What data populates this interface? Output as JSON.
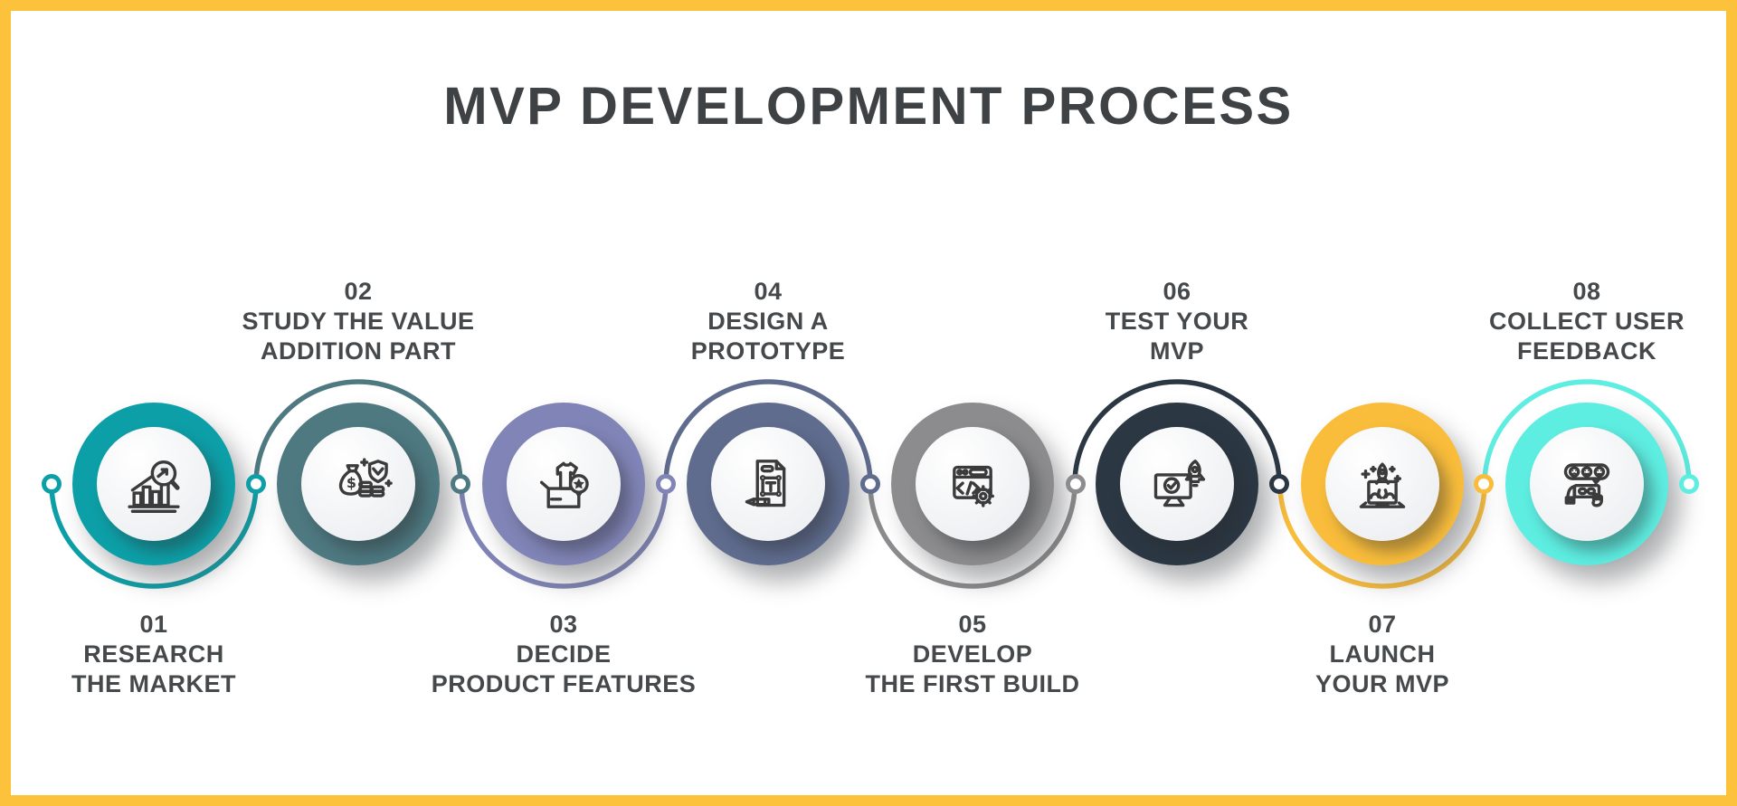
{
  "title": "MVP DEVELOPMENT PROCESS",
  "frame": {
    "border_color": "#FDC23B",
    "background": "#FFFFFF",
    "title_color": "#3F4245",
    "label_color": "#46494C"
  },
  "steps": [
    {
      "number": "01",
      "label_line1": "RESEARCH",
      "label_line2": "THE MARKET",
      "label_position": "bottom",
      "color": "#0D9FA7",
      "icon": "market-research-icon"
    },
    {
      "number": "02",
      "label_line1": "STUDY THE VALUE",
      "label_line2": "ADDITION PART",
      "label_position": "top",
      "color": "#4E7981",
      "icon": "value-addition-icon"
    },
    {
      "number": "03",
      "label_line1": "DECIDE",
      "label_line2": "PRODUCT FEATURES",
      "label_position": "bottom",
      "color": "#8084B6",
      "icon": "product-features-icon"
    },
    {
      "number": "04",
      "label_line1": "DESIGN A",
      "label_line2": "PROTOTYPE",
      "label_position": "top",
      "color": "#5F6C8E",
      "icon": "design-prototype-icon"
    },
    {
      "number": "05",
      "label_line1": "DEVELOP",
      "label_line2": "THE FIRST BUILD",
      "label_position": "bottom",
      "color": "#8C8C8E",
      "icon": "develop-build-icon"
    },
    {
      "number": "06",
      "label_line1": "TEST YOUR",
      "label_line2": "MVP",
      "label_position": "top",
      "color": "#2B3743",
      "icon": "test-mvp-icon"
    },
    {
      "number": "07",
      "label_line1": "LAUNCH",
      "label_line2": "YOUR MVP",
      "label_position": "bottom",
      "color": "#F9BD3B",
      "icon": "launch-mvp-icon"
    },
    {
      "number": "08",
      "label_line1": "COLLECT USER",
      "label_line2": "FEEDBACK",
      "label_position": "top",
      "color": "#5EEDE1",
      "icon": "collect-feedback-icon"
    }
  ],
  "connector_nodes": [
    {
      "color": "#0D9FA7"
    },
    {
      "color": "#0D9FA7"
    },
    {
      "color": "#4E7981"
    },
    {
      "color": "#8084B6"
    },
    {
      "color": "#5F6C8E"
    },
    {
      "color": "#8C8C8E"
    },
    {
      "color": "#2B3743"
    },
    {
      "color": "#F9BD3B"
    },
    {
      "color": "#5EEDE1"
    }
  ]
}
